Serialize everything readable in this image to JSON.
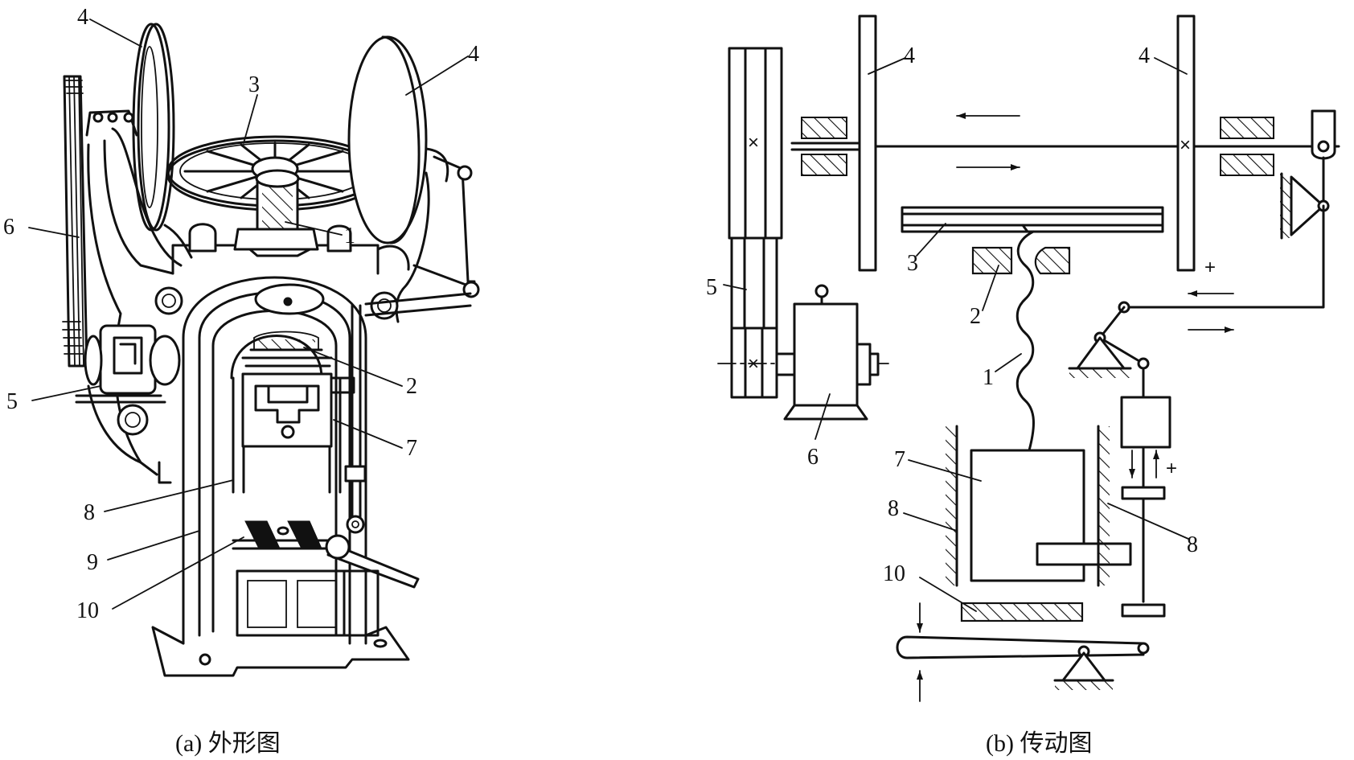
{
  "figure_a": {
    "caption": "(a) 外形图",
    "labels": {
      "l4a": "4",
      "l4b": "4",
      "l3": "3",
      "l1": "1",
      "l6": "6",
      "l5": "5",
      "l2": "2",
      "l7": "7",
      "l8": "8",
      "l9": "9",
      "l10": "10"
    }
  },
  "figure_b": {
    "caption": "(b) 传动图",
    "labels": {
      "l4a": "4",
      "l4b": "4",
      "l3": "3",
      "l2": "2",
      "l1": "1",
      "l5": "5",
      "l6": "6",
      "l7": "7",
      "l8a": "8",
      "l8b": "8",
      "l10": "10"
    },
    "symbols": {
      "plus_wheel": "+",
      "plus_rod": "+",
      "cross": "×"
    }
  }
}
